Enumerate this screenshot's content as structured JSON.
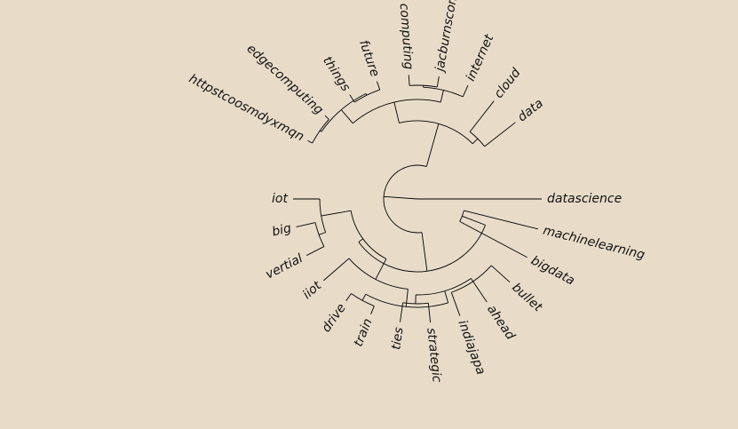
{
  "diagram": {
    "type": "circular-dendrogram",
    "background": "#e8dcc9",
    "line_color": "#000000",
    "label_color": "#111111",
    "leaves": [
      "datascience",
      "machinelearning",
      "bigdata",
      "bullet",
      "ahead",
      "indiajapa",
      "strategic",
      "ties",
      "train",
      "drive",
      "iiot",
      "vertial",
      "big",
      "iot",
      "httpstcoosmdyxmqn",
      "edgecomputing",
      "things",
      "future",
      "computing",
      "jacburnscom",
      "internet",
      "cloud",
      "data"
    ]
  }
}
